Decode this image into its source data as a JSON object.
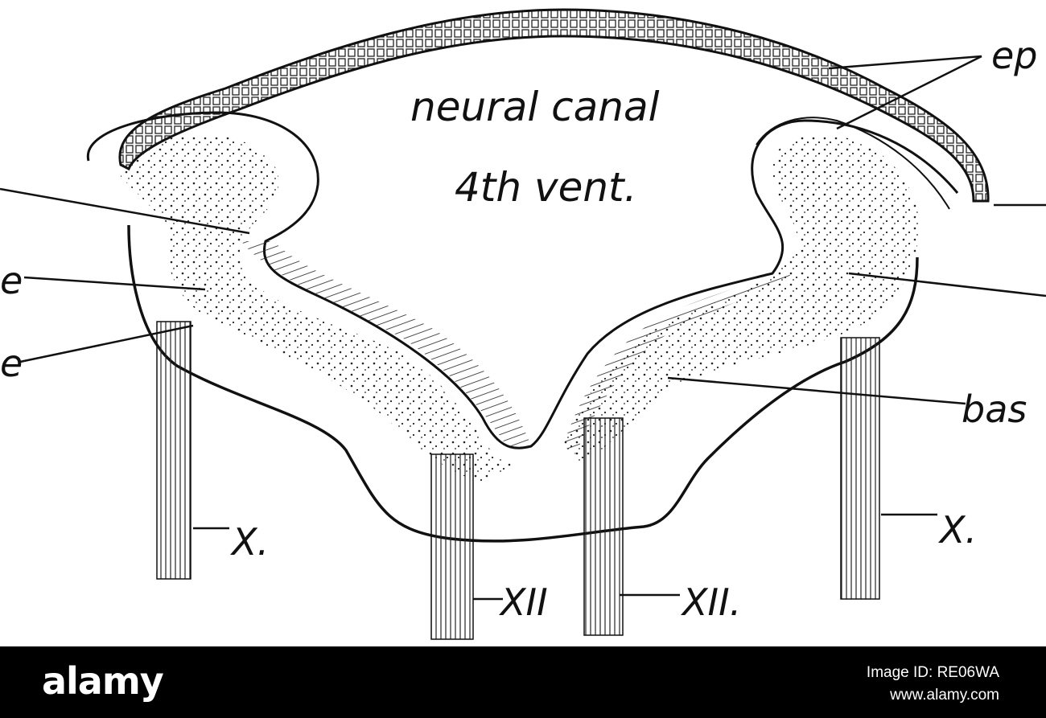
{
  "diagram": {
    "center_label_line1": "neural canal",
    "center_label_line2": "4th vent.",
    "labels": {
      "ep": "ep",
      "bas": "bas",
      "x_left": "X.",
      "x_right": "X.",
      "xii_left": "XII",
      "xii_right": "XII.",
      "left_e_upper": "e",
      "left_e_lower": "e"
    }
  },
  "footer": {
    "logo": "alamy",
    "image_id": "Image ID: RE06WA",
    "site": "www.alamy.com"
  },
  "colors": {
    "footer_bg": "#000000",
    "ink": "#111111",
    "paper": "#ffffff"
  }
}
